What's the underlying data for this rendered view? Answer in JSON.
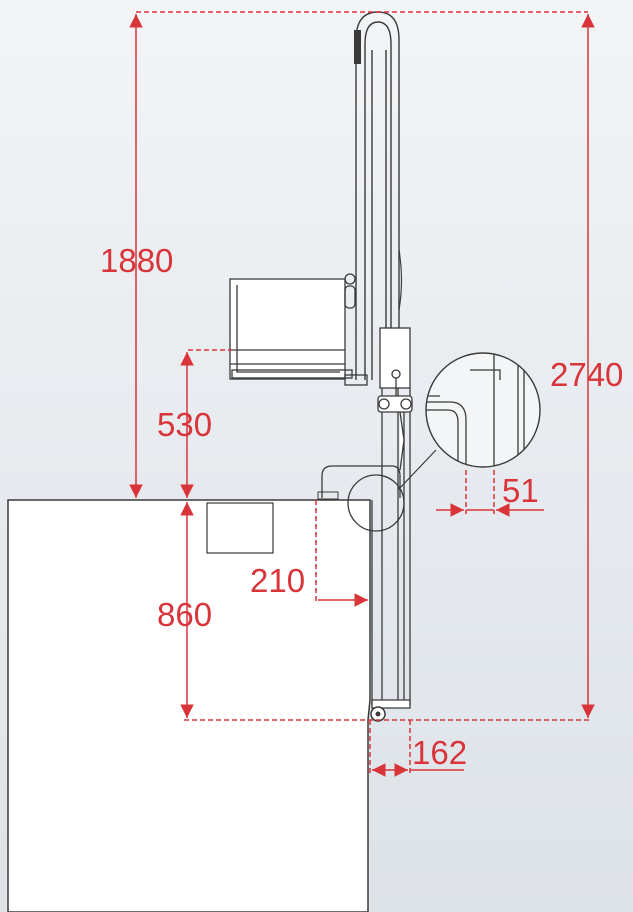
{
  "colors": {
    "dimension": "#d8343a",
    "line": "#3a3a3a",
    "counter": "#ffffff",
    "background": "#e8ecf0"
  },
  "dimensions": {
    "total_height": "2740",
    "reach_height": "1880",
    "counter_height": "860",
    "offset_530": "530",
    "setback_210": "210",
    "pole_gap_51": "51",
    "base_offset_162": "162"
  }
}
